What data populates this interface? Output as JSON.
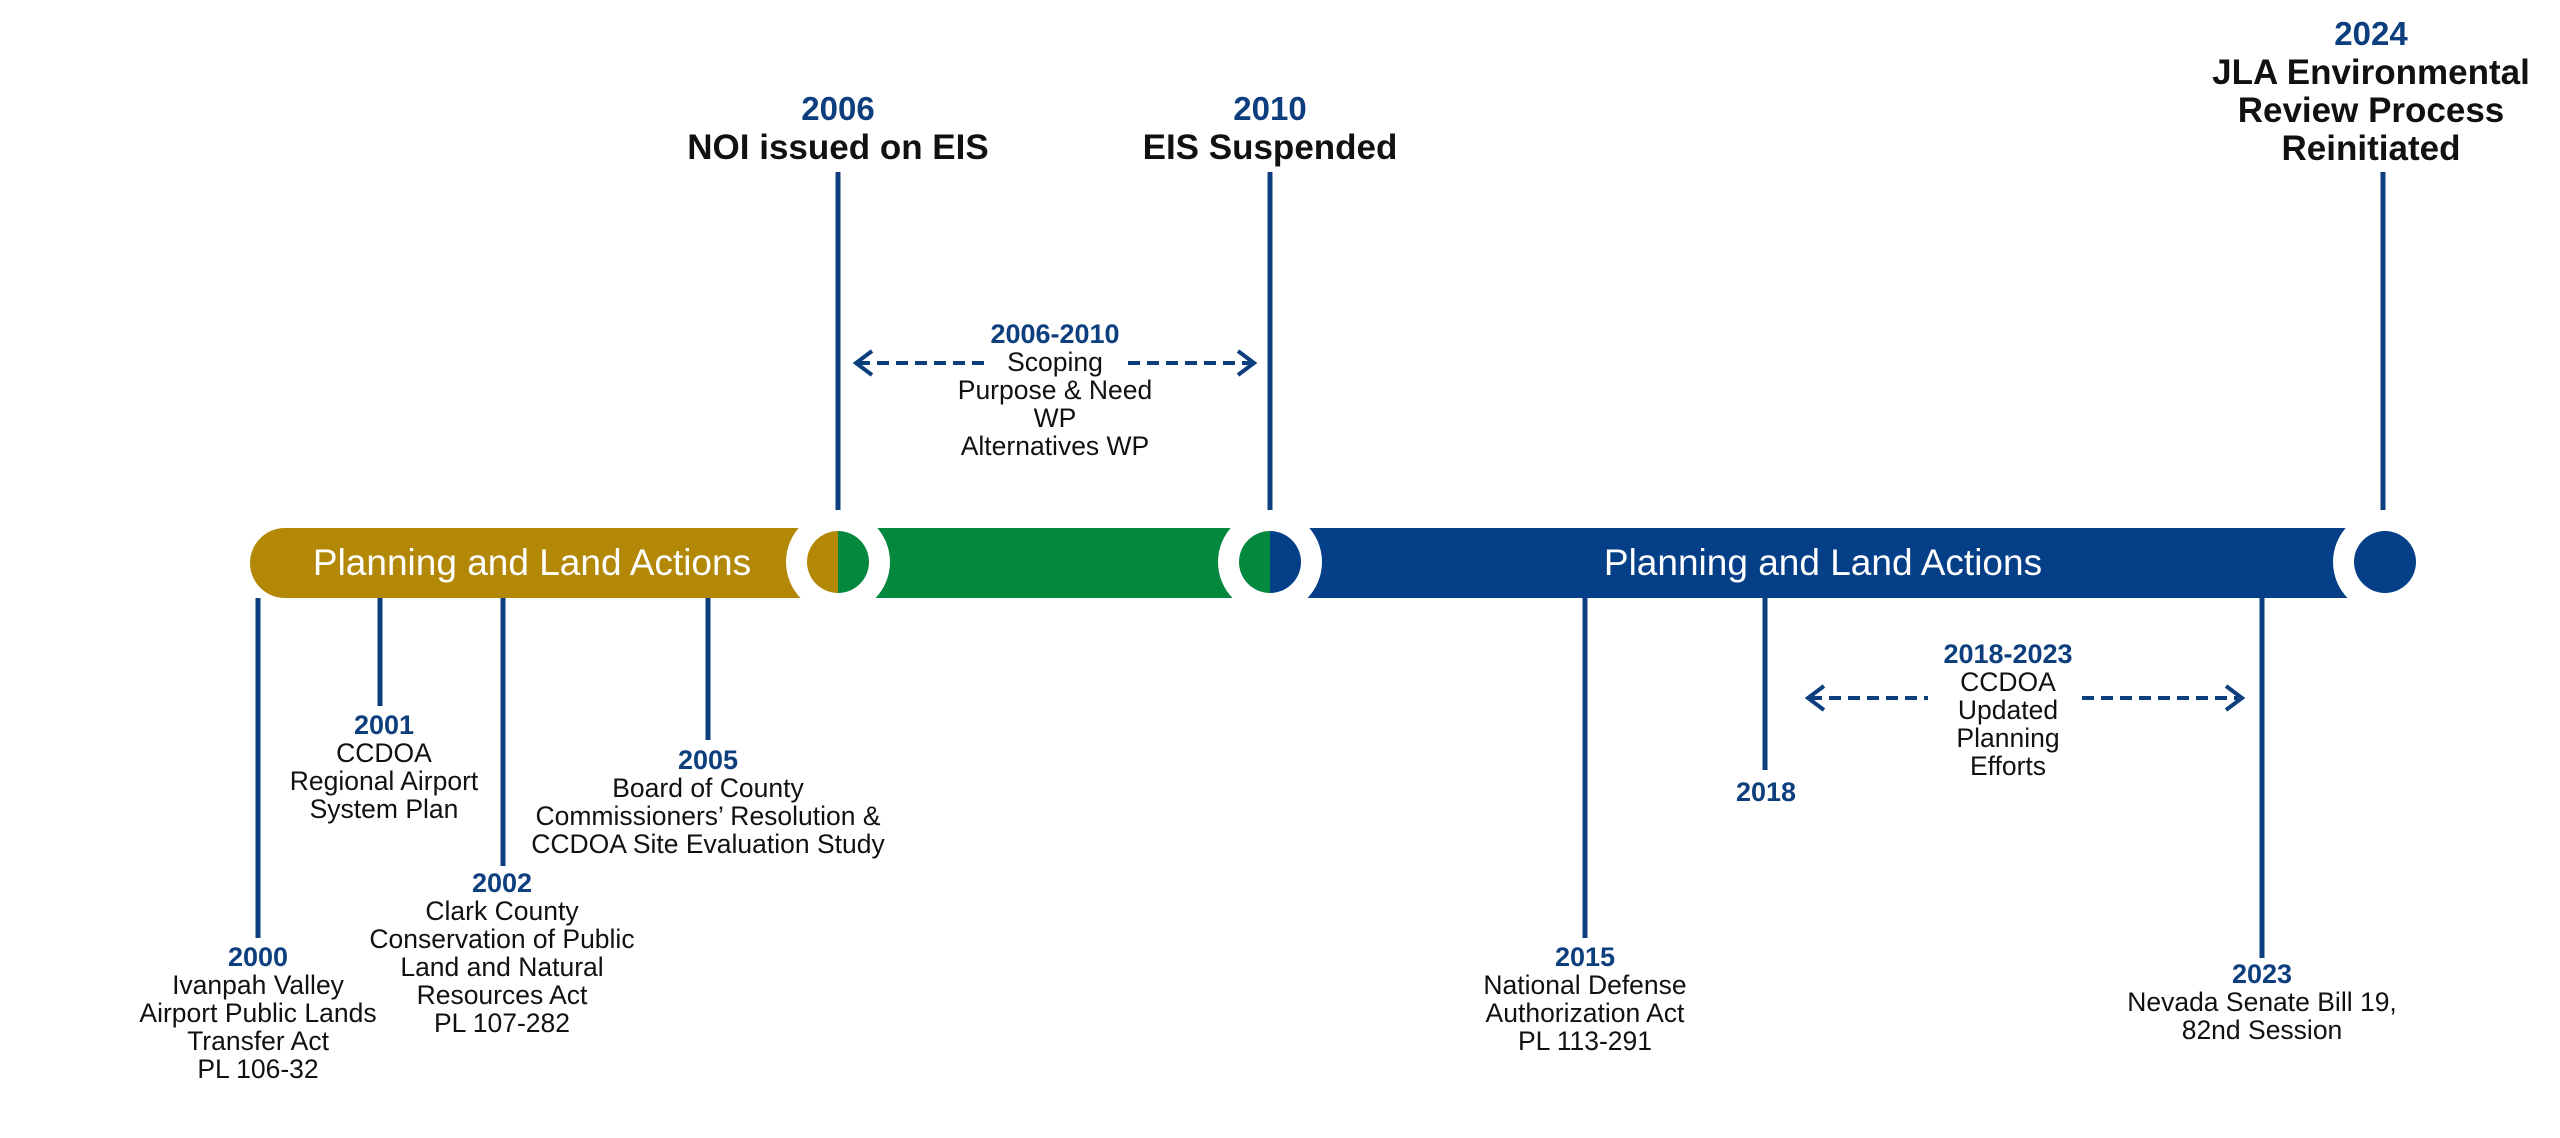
{
  "colors": {
    "phase_gold": "#b38807",
    "phase_green": "#04883e",
    "phase_blue": "#043f87",
    "year_text": "#0d3f7e",
    "body_text": "#111111"
  },
  "bar_labels": {
    "left": "Planning and Land Actions",
    "right": "Planning and Land Actions"
  },
  "milestones": {
    "y2006": {
      "year": "2006",
      "lines": [
        "NOI issued on EIS"
      ]
    },
    "y2010": {
      "year": "2010",
      "lines": [
        "EIS Suspended"
      ]
    },
    "y2024": {
      "year": "2024",
      "lines": [
        "JLA Environmental",
        "Review Process",
        "Reinitiated"
      ]
    }
  },
  "ranges": {
    "r2006_2010": {
      "year": "2006-2010",
      "lines": [
        "Scoping",
        "Purpose & Need",
        "WP",
        "Alternatives WP"
      ]
    },
    "r2018_2023": {
      "year": "2018-2023",
      "lines": [
        "CCDOA",
        "Updated",
        "Planning",
        "Efforts"
      ]
    }
  },
  "events": {
    "e2000": {
      "year": "2000",
      "lines": [
        "Ivanpah Valley",
        "Airport Public Lands",
        "Transfer Act",
        "PL 106-32"
      ]
    },
    "e2001": {
      "year": "2001",
      "lines": [
        "CCDOA",
        "Regional Airport",
        "System Plan"
      ]
    },
    "e2002": {
      "year": "2002",
      "lines": [
        "Clark County",
        "Conservation of Public",
        "Land and Natural",
        "Resources Act",
        "PL 107-282"
      ]
    },
    "e2005": {
      "year": "2005",
      "lines": [
        "Board of County",
        "Commissioners’ Resolution &",
        "CCDOA Site Evaluation Study"
      ]
    },
    "e2015": {
      "year": "2015",
      "lines": [
        "National Defense",
        "Authorization Act",
        "PL 113-291"
      ]
    },
    "e2018": {
      "year": "2018",
      "lines": []
    },
    "e2023": {
      "year": "2023",
      "lines": [
        "Nevada Senate Bill 19,",
        "82nd Session"
      ]
    }
  }
}
